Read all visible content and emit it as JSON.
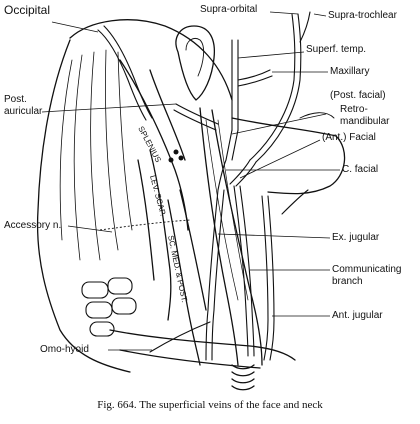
{
  "labels": {
    "occipital": "Occipital",
    "supra_orbital": "Supra-orbital",
    "supra_trochlear": "Supra-trochlear",
    "superf_temp": "Superf. temp.",
    "maxillary": "Maxillary",
    "post_facial": "(Post. facial)",
    "retro_mandibular": "Retro-mandibular",
    "ant_facial": "(Ant.) Facial",
    "c_facial": "C. facial",
    "post_auricular": "Post. auricular",
    "accessory_n": "Accessory n.",
    "ex_jugular": "Ex. jugular",
    "communicating_branch": "Communicating branch",
    "ant_jugular": "Ant. jugular",
    "omo_hyoid": "Omo-hyoid"
  },
  "muscles": {
    "splenius": "SPLENIUS",
    "lev_scap": "LEV. SCAP.",
    "sc_med_post": "SC. MED. & POST."
  },
  "caption": "Fig. 664. The superficial veins of the face and neck"
}
